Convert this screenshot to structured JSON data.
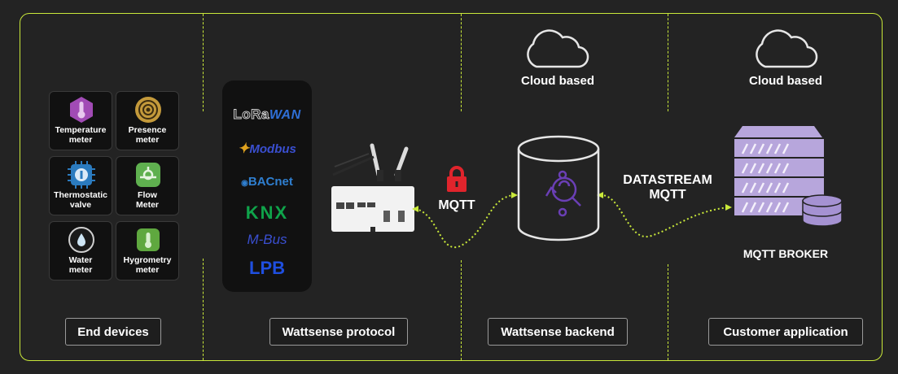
{
  "sections": {
    "end_devices": "End devices",
    "protocol": "Wattsense protocol",
    "backend": "Wattsense backend",
    "customer": "Customer application"
  },
  "devices": [
    {
      "label": "Temperature\nmeter",
      "icon": "thermometer-icon",
      "color": "#a14bb5"
    },
    {
      "label": "Presence\nmeter",
      "icon": "presence-icon",
      "color": "#c49a3b"
    },
    {
      "label": "Thermostatic\nvalve",
      "icon": "thermostat-icon",
      "color": "#2b7bbf"
    },
    {
      "label": "Flow\nMeter",
      "icon": "flow-icon",
      "color": "#5fb04f"
    },
    {
      "label": "Water\nmeter",
      "icon": "water-drop-icon",
      "color": "#3a3a3a"
    },
    {
      "label": "Hygrometry\nmeter",
      "icon": "hygrometer-icon",
      "color": "#5fa83f"
    }
  ],
  "protocols": {
    "lorawan": "LoRaWAN",
    "lora_a": "LoRa",
    "lora_b": "WAN",
    "modbus": "Modbus",
    "bacnet": "BACnet",
    "knx": "KNX",
    "mbus": "M-Bus",
    "lpb": "LPB"
  },
  "mqtt_left": "MQTT",
  "datastream": "DATASTREAM",
  "mqtt_right": "MQTT",
  "cloud_based_1": "Cloud based",
  "cloud_based_2": "Cloud based",
  "broker": "MQTT BROKER",
  "colors": {
    "accent": "#c9e83a",
    "lock": "#e0242c",
    "purple": "#6a3fb5",
    "server": "#b7a6dc"
  }
}
